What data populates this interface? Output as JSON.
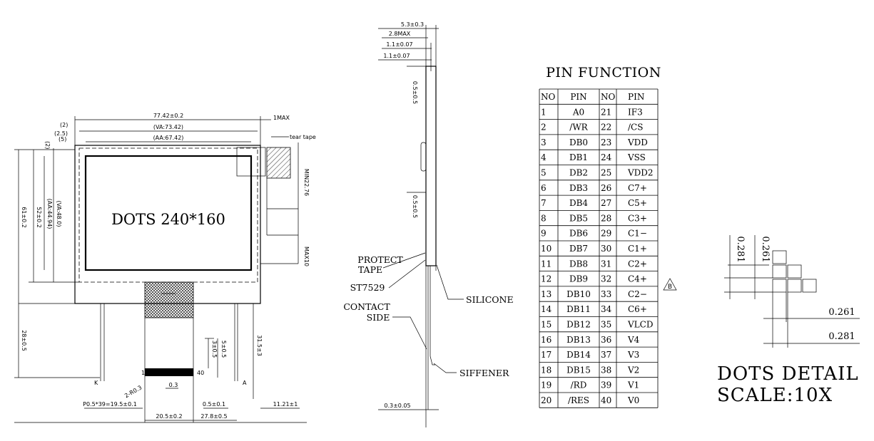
{
  "front_view": {
    "dims": {
      "width_outline": "77.42±0.2",
      "va_width": "(VA:73.42)",
      "aa_width": "(AA:67.42)",
      "left_2a": "(2)",
      "left_25": "(2.5)",
      "left_2b": "(2)",
      "left_5": "(5)",
      "max1": "1MAX",
      "tear_tape": "tear tape",
      "min2276": "MIN22.76",
      "max10": "MAX10",
      "h61": "61±0.2",
      "h52": "52±0.2",
      "aa_h": "(AA:44.94)",
      "va_h": "(VA:48.0)",
      "h28": "28±0.5",
      "h315": "31.5±3",
      "d3": "3±0.5",
      "d5": "5±0.5",
      "pitch": "P0.5*39=19.5±0.1",
      "d03": "0.3",
      "d05": "0.5±0.1",
      "d205": "20.5±0.2",
      "d278": "27.8±0.5",
      "d1121": "11.21±1",
      "r08": "2-R0.3",
      "pin1": "1",
      "pin40": "40",
      "mark_k": "K",
      "mark_a": "A"
    },
    "display_text": "DOTS 240*160"
  },
  "side_view": {
    "dims": {
      "t1": "5.3±0.3",
      "t2": "2.8MAX",
      "t3": "1.1±0.07",
      "t4": "1.1±0.07",
      "v1": "0.5±0.5",
      "v2": "0.5±0.5",
      "bottom": "0.3±0.05"
    },
    "labels": {
      "protect1": "PROTECT",
      "protect2": "TAPE",
      "ic": "ST7529",
      "contact1": "CONTACT",
      "contact2": "SIDE",
      "silicone": "SILICONE",
      "siffener": "SIFFENER"
    }
  },
  "pin_function": {
    "title": "PIN FUNCTION",
    "headers": [
      "NO",
      "PIN",
      "NO",
      "PIN"
    ],
    "rows": [
      [
        "1",
        "A0",
        "21",
        "IF3"
      ],
      [
        "2",
        "/WR",
        "22",
        "/CS"
      ],
      [
        "3",
        "DB0",
        "23",
        "VDD"
      ],
      [
        "4",
        "DB1",
        "24",
        "VSS"
      ],
      [
        "5",
        "DB2",
        "25",
        "VDD2"
      ],
      [
        "6",
        "DB3",
        "26",
        "C7+"
      ],
      [
        "7",
        "DB4",
        "27",
        "C5+"
      ],
      [
        "8",
        "DB5",
        "28",
        "C3+"
      ],
      [
        "9",
        "DB6",
        "29",
        "C1−"
      ],
      [
        "10",
        "DB7",
        "30",
        "C1+"
      ],
      [
        "11",
        "DB8",
        "31",
        "C2+"
      ],
      [
        "12",
        "DB9",
        "32",
        "C4+"
      ],
      [
        "13",
        "DB10",
        "33",
        "C2−"
      ],
      [
        "14",
        "DB11",
        "34",
        "C6+"
      ],
      [
        "15",
        "DB12",
        "35",
        "VLCD"
      ],
      [
        "16",
        "DB13",
        "36",
        "V4"
      ],
      [
        "17",
        "DB14",
        "37",
        "V3"
      ],
      [
        "18",
        "DB15",
        "38",
        "V2"
      ],
      [
        "19",
        "/RD",
        "39",
        "V1"
      ],
      [
        "20",
        "/RES",
        "40",
        "V0"
      ]
    ],
    "rev_mark": "B"
  },
  "dots_detail": {
    "d1": "0.281",
    "d2": "0.261",
    "d3": "0.261",
    "d4": "0.281",
    "title1": "DOTS DETAIL",
    "title2": "SCALE:10X"
  }
}
